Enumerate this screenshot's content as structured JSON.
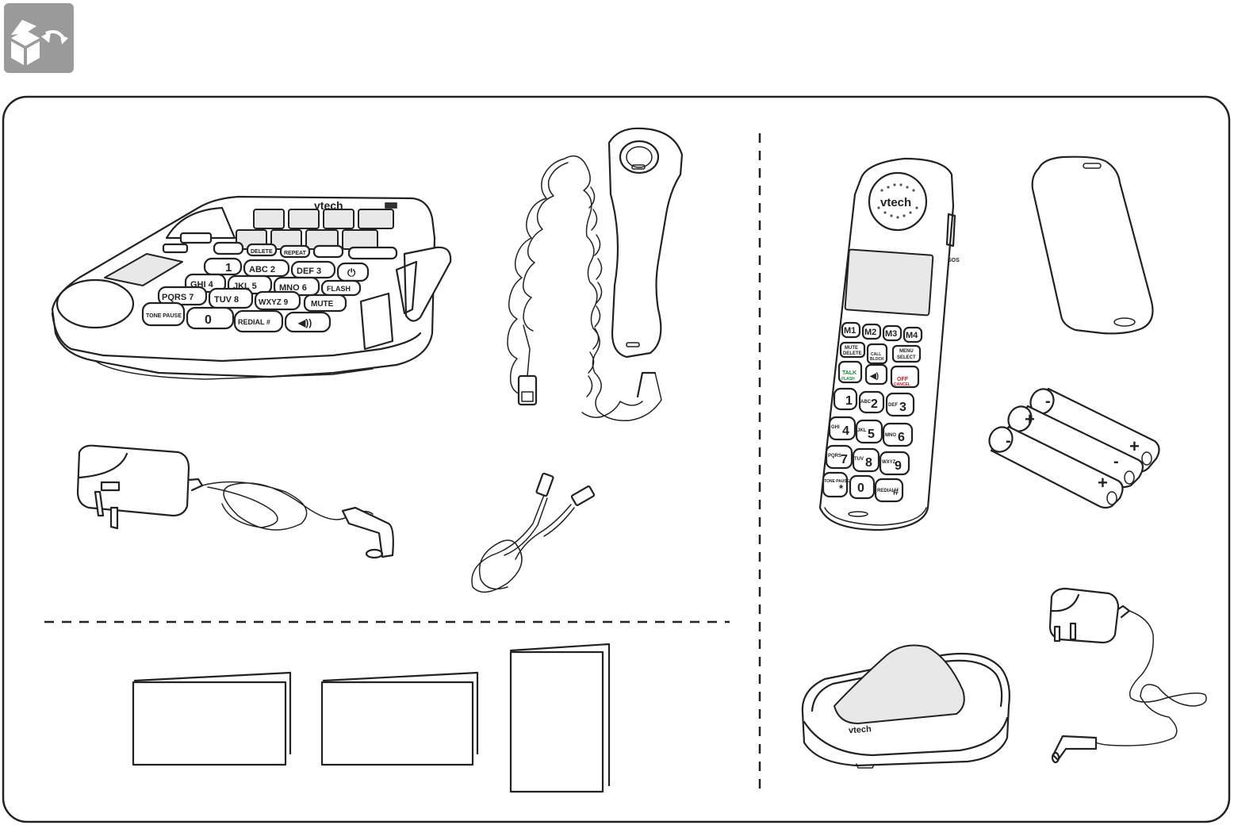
{
  "badge": {
    "icon": "open-box-icon",
    "color": "#9a9a9a"
  },
  "panel": {
    "border_color": "#222222",
    "divider_style": "dashed"
  },
  "base_unit": {
    "brand": "vtech",
    "keys": {
      "k1": "1",
      "k2": "ABC 2",
      "k3": "DEF 3",
      "k4": "GHI 4",
      "k5": "JKL 5",
      "k6": "MNO 6",
      "k7": "PQRS 7",
      "k8": "TUV 8",
      "k9": "WXYZ 9",
      "kstar": "TONE PAUSE *",
      "k0": "0",
      "kredial": "REDIAL #",
      "kflash": "FLASH",
      "kmute": "MUTE",
      "kdelete": "DELETE",
      "krepeat": "REPEAT"
    }
  },
  "handset": {
    "brand": "vtech",
    "softkeys": [
      "M1",
      "M2",
      "M3",
      "M4"
    ],
    "mute": "MUTE",
    "delete": "DELETE",
    "call": "CALL",
    "block": "BLOCK",
    "menu": "MENU",
    "select": "SELECT",
    "talk": "TALK",
    "flash": "FLASH",
    "off": "OFF",
    "cancel": "CANCEL",
    "keys": [
      {
        "letters": "",
        "digit": "1"
      },
      {
        "letters": "ABC",
        "digit": "2"
      },
      {
        "letters": "DEF",
        "digit": "3"
      },
      {
        "letters": "GHI",
        "digit": "4"
      },
      {
        "letters": "JKL",
        "digit": "5"
      },
      {
        "letters": "MNO",
        "digit": "6"
      },
      {
        "letters": "PQRS",
        "digit": "7"
      },
      {
        "letters": "TUV",
        "digit": "8"
      },
      {
        "letters": "WXYZ",
        "digit": "9"
      },
      {
        "letters": "TONE PAUSE",
        "digit": "*"
      },
      {
        "letters": "",
        "digit": "0"
      },
      {
        "letters": "REDIAL",
        "digit": "#"
      }
    ],
    "side": "SOS"
  },
  "charger": {
    "brand": "vtech"
  },
  "batteries": {
    "plus": "+",
    "minus": "-"
  }
}
